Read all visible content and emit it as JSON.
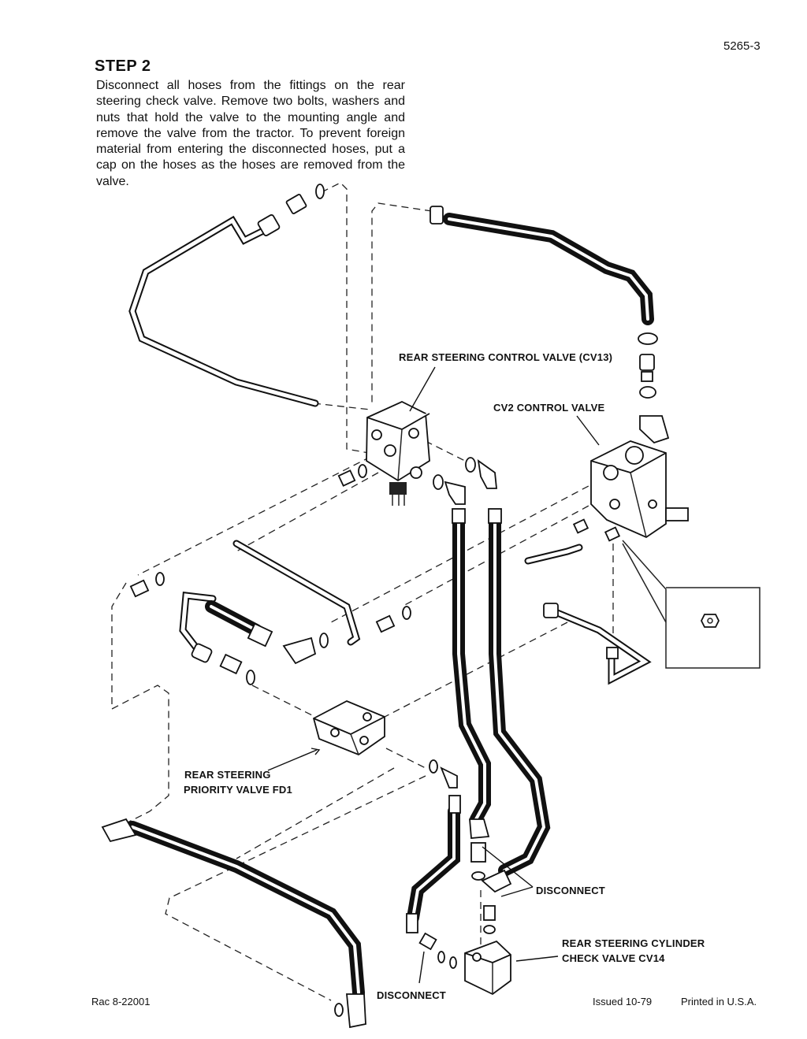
{
  "page": {
    "number": "5265-3"
  },
  "step": {
    "title": "STEP 2",
    "body": "Disconnect all hoses from the fittings on the rear steering check valve. Remove two bolts, washers and nuts that hold the valve to the mounting angle and remove the valve from the tractor. To prevent foreign material from entering the disconnected hoses, put a cap on the hoses as the hoses are removed from the valve."
  },
  "callouts": {
    "rear_steering_control_valve": "REAR STEERING CONTROL VALVE (CV13)",
    "cv2_control_valve": "CV2 CONTROL VALVE",
    "priority_valve_line1": "REAR STEERING",
    "priority_valve_line2": "PRIORITY VALVE FD1",
    "disconnect_upper": "DISCONNECT",
    "check_valve_line1": "REAR STEERING CYLINDER",
    "check_valve_line2": "CHECK VALVE CV14",
    "disconnect_lower": "DISCONNECT"
  },
  "footer": {
    "figure_ref": "Rac 8-22001",
    "issued": "Issued 10-79",
    "printed": "Printed in U.S.A."
  }
}
